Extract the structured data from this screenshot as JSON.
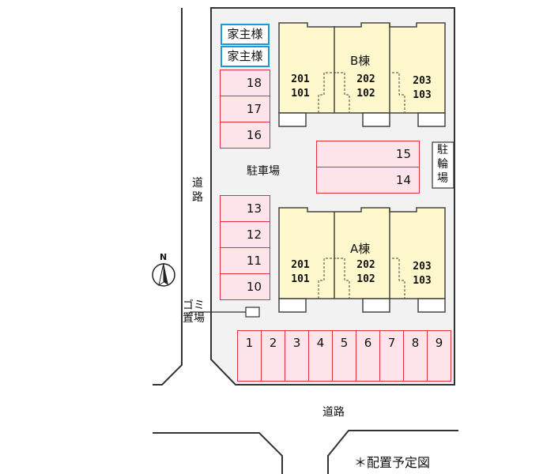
{
  "colors": {
    "lot": "#f2f2f2",
    "parking_fill": "#fde3ea",
    "parking_border": "#e0303c",
    "building": "#fff8cc",
    "owner_border": "#1a9ad6"
  },
  "owner_spaces": [
    "家主様",
    "家主様"
  ],
  "parking_left_top": [
    "18",
    "17",
    "16"
  ],
  "parking_left_bottom": [
    "13",
    "12",
    "11",
    "10"
  ],
  "parking_middle": [
    "15",
    "14"
  ],
  "parking_bottom": [
    "1",
    "2",
    "3",
    "4",
    "5",
    "6",
    "7",
    "8",
    "9"
  ],
  "parking_label": "駐車場",
  "bicycle_parking": "駐輪場",
  "building_b": {
    "name": "B棟",
    "units": [
      {
        "upper": "201",
        "lower": "101"
      },
      {
        "upper": "202",
        "lower": "102"
      },
      {
        "upper": "203",
        "lower": "103"
      }
    ]
  },
  "building_a": {
    "name": "A棟",
    "units": [
      {
        "upper": "201",
        "lower": "101"
      },
      {
        "upper": "202",
        "lower": "102"
      },
      {
        "upper": "203",
        "lower": "103"
      }
    ]
  },
  "road_left": "道路",
  "road_bottom": "道路",
  "garbage": "ゴミ置場",
  "compass": "N",
  "note": "＊配置予定図"
}
